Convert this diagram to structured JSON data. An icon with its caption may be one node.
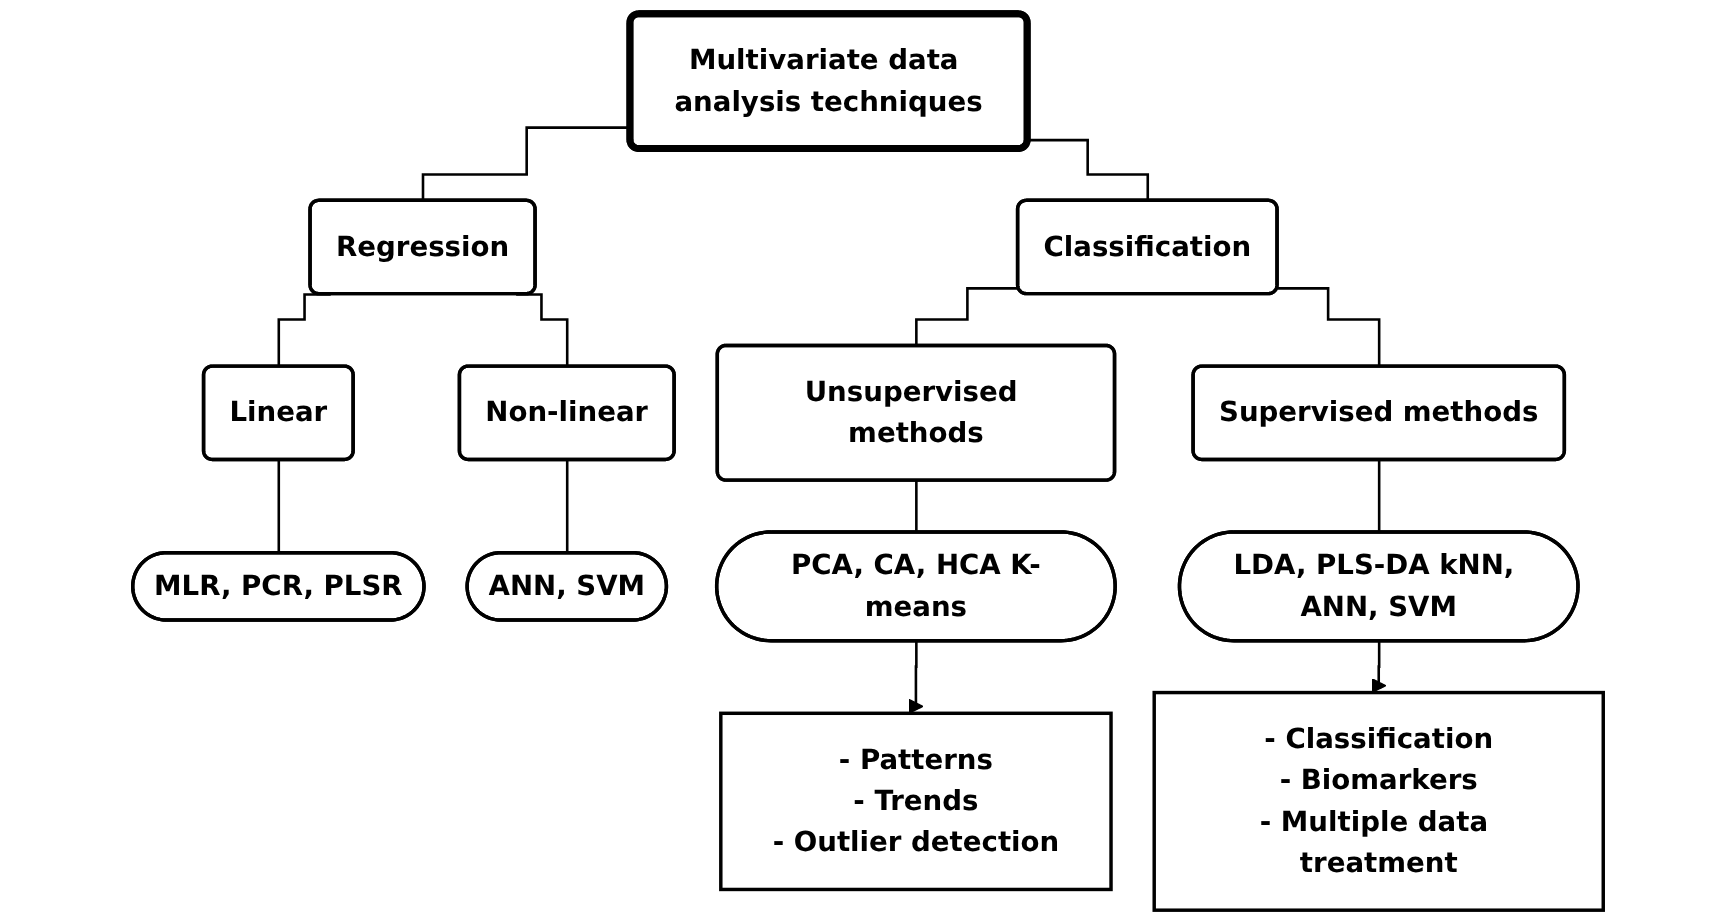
{
  "diagram": {
    "nodes": [
      {
        "text": [
          "Multivariate data analysis techniques"
        ]
      },
      {
        "text": [
          "Regression"
        ]
      },
      {
        "text": [
          "Classification"
        ]
      },
      {
        "text": [
          "Linear"
        ]
      },
      {
        "text": [
          "Non-linear"
        ]
      },
      {
        "text": [
          "Unsupervised methods"
        ]
      },
      {
        "text": [
          "Supervised methods"
        ]
      },
      {
        "text": [
          "MLR, PCR, PLSR"
        ]
      },
      {
        "text": [
          "ANN, SVM"
        ]
      },
      {
        "text": [
          "PCA, CA, HCA K-means"
        ]
      },
      {
        "text": [
          "LDA, PLS-DA kNN, ANN, SVM"
        ]
      },
      {
        "text": [
          "- Patterns",
          "- Trends",
          "- Outlier detection"
        ]
      },
      {
        "text": [
          "- Classification",
          "- Biomarkers",
          "- Multiple data treatment"
        ]
      }
    ],
    "edges": [
      {
        "from": 0,
        "to": 1,
        "arrow": "none"
      },
      {
        "from": 0,
        "to": 2,
        "arrow": "none"
      },
      {
        "from": 1,
        "to": 3,
        "arrow": "none"
      },
      {
        "from": 1,
        "to": 4,
        "arrow": "none"
      },
      {
        "from": 2,
        "to": 5,
        "arrow": "none"
      },
      {
        "from": 2,
        "to": 6,
        "arrow": "none"
      },
      {
        "from": 3,
        "to": 7,
        "arrow": "none"
      },
      {
        "from": 4,
        "to": 8,
        "arrow": "none"
      },
      {
        "from": 5,
        "to": 9,
        "arrow": "none"
      },
      {
        "from": 6,
        "to": 10,
        "arrow": "none"
      },
      {
        "from": 9,
        "to": 11,
        "arrow": "to"
      },
      {
        "from": 10,
        "to": 12,
        "arrow": "to"
      }
    ]
  }
}
